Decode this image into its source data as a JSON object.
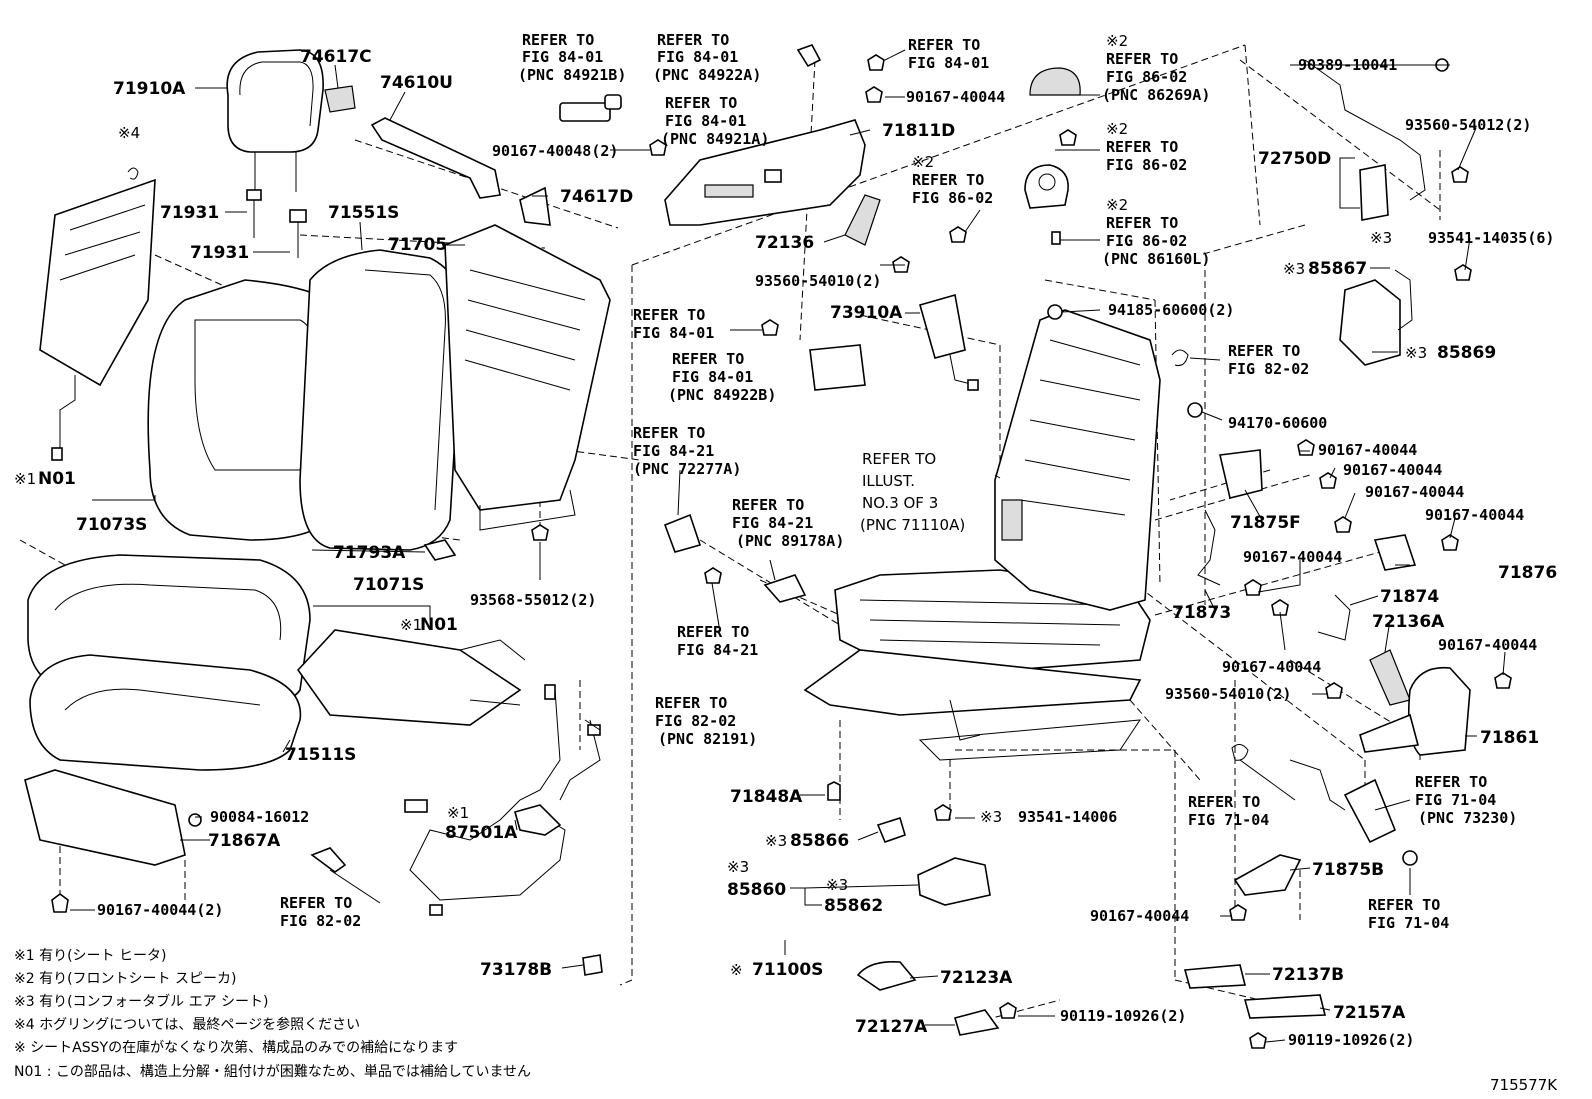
{
  "diagram_id": "715577K",
  "parts": {
    "p71910A": "71910A",
    "p74617C": "74617C",
    "p74610U": "74610U",
    "p71931a": "71931",
    "p71931b": "71931",
    "p71551S": "71551S",
    "p71705": "71705",
    "p74617D": "74617D",
    "p71811D": "71811D",
    "p72136": "72136",
    "p73910A": "73910A",
    "p72750D": "72750D",
    "p85867": "85867",
    "p85869": "85869",
    "p71073S": "71073S",
    "pN01a": "N01",
    "pN01b": "N01",
    "p71793A": "71793A",
    "p71071S": "71071S",
    "p71511S": "71511S",
    "p71867A": "71867A",
    "p87501A": "87501A",
    "p71875F": "71875F",
    "p71873": "71873",
    "p71874": "71874",
    "p71876": "71876",
    "p72136A": "72136A",
    "p71861": "71861",
    "p71848A": "71848A",
    "p85866": "85866",
    "p85860": "85860",
    "p85862": "85862",
    "p71875B": "71875B",
    "p73178B": "73178B",
    "p71100S": "71100S",
    "p72123A": "72123A",
    "p72127A": "72127A",
    "p72137B": "72137B",
    "p72157A": "72157A"
  },
  "fasteners": {
    "f90167_40048": "90167-40048(2)",
    "f90167_40044_top": "90167-40044",
    "f93560_54010_a": "93560-54010(2)",
    "f90389_10041": "90389-10041",
    "f93560_54012": "93560-54012(2)",
    "f93541_14035": "93541-14035(6)",
    "f94185_60600": "94185-60600(2)",
    "f94170_60600": "94170-60600",
    "f90167_40044_r1": "90167-40044",
    "f90167_40044_r2": "90167-40044",
    "f90167_40044_r3": "90167-40044",
    "f90167_40044_r4": "90167-40044",
    "f90167_40044_r5": "90167-40044",
    "f90167_40044_r6": "90167-40044",
    "f90167_40044_r7": "90167-40044",
    "f93560_54010_b": "93560-54010(2)",
    "f93568_55012": "93568-55012(2)",
    "f90084_16012": "90084-16012",
    "f90167_40044_2": "90167-40044(2)",
    "f93541_14006": "93541-14006",
    "f90167_40044_bot": "90167-40044",
    "f90119_10926_a": "90119-10926(2)",
    "f90119_10926_b": "90119-10926(2)"
  },
  "refs": {
    "r1": [
      "REFER TO",
      "FIG 84-01",
      "(PNC 84921B)"
    ],
    "r2": [
      "REFER TO",
      "FIG 84-01",
      "(PNC 84922A)"
    ],
    "r3": [
      "REFER TO",
      "FIG 84-01",
      "(PNC 84921A)"
    ],
    "r4": [
      "REFER TO",
      "FIG 84-01"
    ],
    "r5": [
      "REFER TO",
      "FIG 86-02",
      "(PNC 86269A)"
    ],
    "r6": [
      "REFER TO",
      "FIG 86-02"
    ],
    "r7": [
      "REFER TO",
      "FIG 86-02"
    ],
    "r8": [
      "REFER TO",
      "FIG 86-02",
      "(PNC 86160L)"
    ],
    "r9": [
      "REFER TO",
      "FIG 84-01"
    ],
    "r10": [
      "REFER TO",
      "FIG 84-01",
      "(PNC 84922B)"
    ],
    "r11": [
      "REFER TO",
      "FIG 82-02"
    ],
    "r12": [
      "REFER TO",
      "FIG 84-21",
      "(PNC 72277A)"
    ],
    "r13": [
      "REFER TO",
      "FIG 84-21",
      "(PNC 89178A)"
    ],
    "r14": [
      "REFER TO",
      "FIG 84-21"
    ],
    "r15": [
      "REFER TO",
      "FIG 82-02",
      "(PNC 82191)"
    ],
    "r16": [
      "REFER TO",
      "FIG 82-02"
    ],
    "r17": [
      "REFER TO",
      "FIG 71-04"
    ],
    "r18": [
      "REFER TO",
      "FIG 71-04",
      "(PNC 73230)"
    ],
    "r19": [
      "REFER TO",
      "FIG 71-04"
    ]
  },
  "illust_ref": [
    "REFER TO",
    "ILLUST.",
    "NO.3 OF 3",
    "(PNC 71110A)"
  ],
  "marks": {
    "m1": "※1",
    "m2": "※2",
    "m3": "※3",
    "m4": "※4",
    "m5": "※"
  },
  "notes": [
    "※1  有り(シート ヒータ)",
    "※2  有り(フロントシート スピーカ)",
    "※3  有り(コンフォータブル エア シート)",
    "※4  ホグリングについては、最終ページを参照ください",
    "※  シートASSYの在庫がなくなり次第、構成品のみでの補給になります",
    "N01 : この部品は、構造上分解・組付けが困難なため、単品では補給していません"
  ]
}
